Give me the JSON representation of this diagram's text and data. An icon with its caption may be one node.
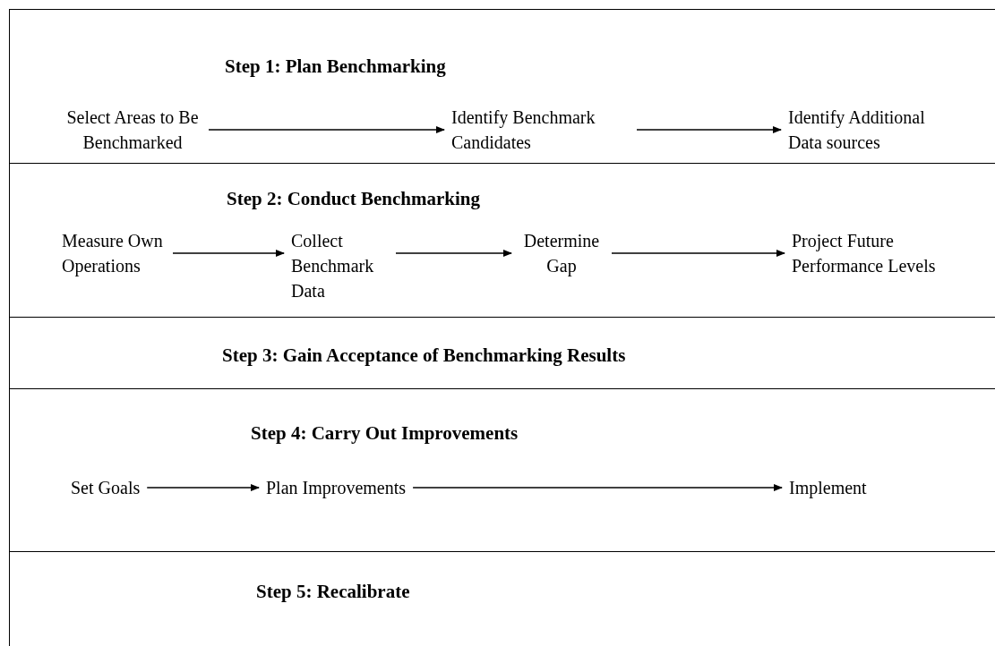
{
  "diagram": {
    "nodes": [
      {
        "text": [
          "Step 1: Plan Benchmarking"
        ]
      },
      {
        "text": [
          "Select Areas to Be Benchmarked"
        ],
        "in": 0
      },
      {
        "text": [
          "Identify Benchmark Candidates"
        ],
        "in": 0
      },
      {
        "text": [
          "Identify Additional Data sources"
        ],
        "in": 0
      },
      {
        "text": [
          "Step 2: Conduct Benchmarking"
        ]
      },
      {
        "text": [
          "Measure Own Operations"
        ],
        "in": 4
      },
      {
        "text": [
          "Collect Benchmark Data"
        ],
        "in": 4
      },
      {
        "text": [
          "Determine Gap"
        ],
        "in": 4
      },
      {
        "text": [
          "Project Future Performance Levels"
        ],
        "in": 4
      },
      {
        "text": [
          "Step 3: Gain Acceptance of Benchmarking Results"
        ]
      },
      {
        "text": [
          "Step 4: Carry Out Improvements"
        ]
      },
      {
        "text": [
          "Set Goals"
        ],
        "in": 10
      },
      {
        "text": [
          "Plan Improvements"
        ],
        "in": 10
      },
      {
        "text": [
          "Implement"
        ],
        "in": 10
      },
      {
        "text": [
          "Step 5: Recalibrate"
        ]
      }
    ],
    "edges": [
      {
        "from": 1,
        "to": 2,
        "arrow": "to"
      },
      {
        "from": 2,
        "to": 3,
        "arrow": "to"
      },
      {
        "from": 5,
        "to": 6,
        "arrow": "to"
      },
      {
        "from": 6,
        "to": 7,
        "arrow": "to"
      },
      {
        "from": 7,
        "to": 8,
        "arrow": "to"
      },
      {
        "from": 11,
        "to": 12,
        "arrow": "to"
      },
      {
        "from": 12,
        "to": 13,
        "arrow": "to"
      }
    ]
  }
}
